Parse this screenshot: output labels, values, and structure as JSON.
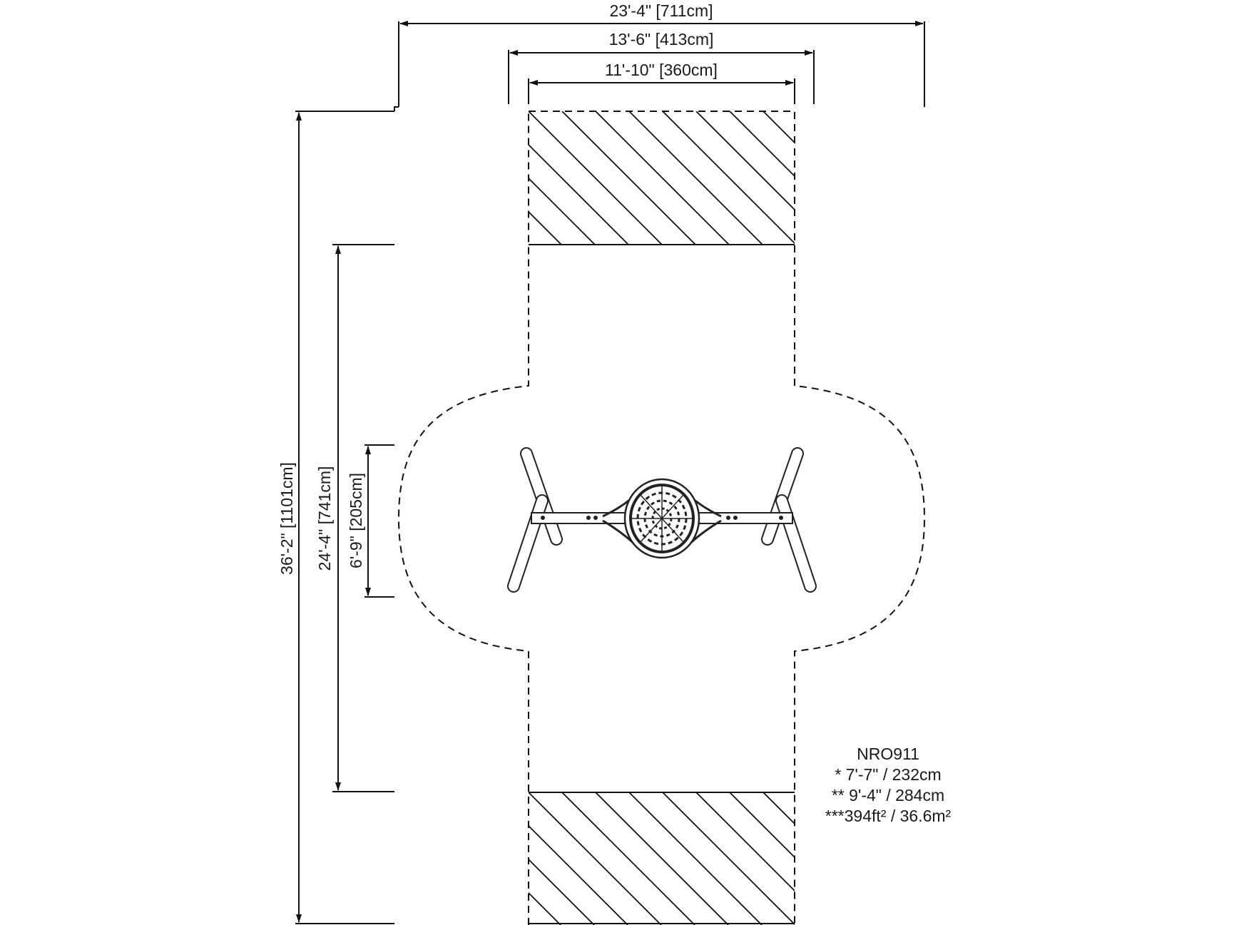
{
  "product": {
    "code": "NRO911"
  },
  "dimensions": {
    "width_overall": "23'-4\" [711cm]",
    "width_middle": "13'-6\" [413cm]",
    "width_inner": "11'-10\" [360cm]",
    "length_overall": "36'-2\" [1101cm]",
    "length_middle": "24'-4\" [741cm]",
    "length_inner": "6'-9\" [205cm]"
  },
  "notes": [
    "* 7'-7\" / 232cm",
    "** 9'-4\" / 284cm",
    "***394ft² / 36.6m²"
  ]
}
